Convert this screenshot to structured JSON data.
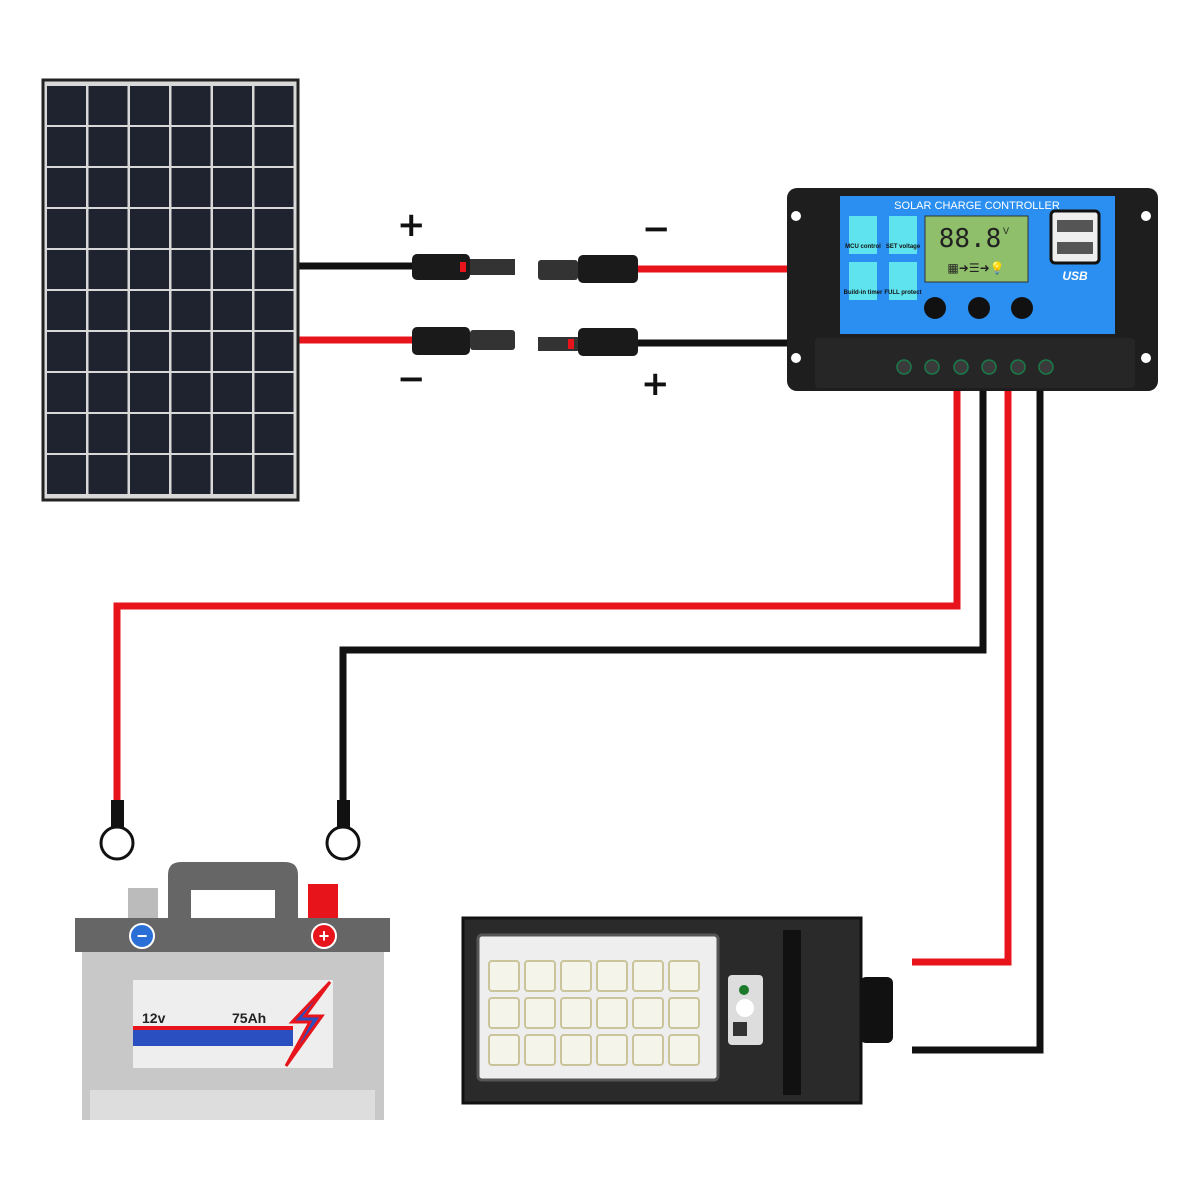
{
  "controller": {
    "title": "SOLAR CHARGE CONTROLLER",
    "display": "88.8",
    "unit": "V",
    "features": [
      "MCU control",
      "SET voltage",
      "Build-in timer",
      "FULL protect"
    ],
    "usb_label": "USB"
  },
  "polarity": {
    "panel_top": "+",
    "controller_top": "−",
    "panel_bottom": "−",
    "controller_bottom": "+"
  },
  "battery": {
    "voltage": "12v",
    "capacity": "75Ah",
    "neg_symbol": "−",
    "pos_symbol": "+"
  },
  "colors": {
    "positive": "#e8141c",
    "negative": "#111111",
    "controller_face": "#2a8ff0",
    "lcd": "#8fbf6a"
  }
}
